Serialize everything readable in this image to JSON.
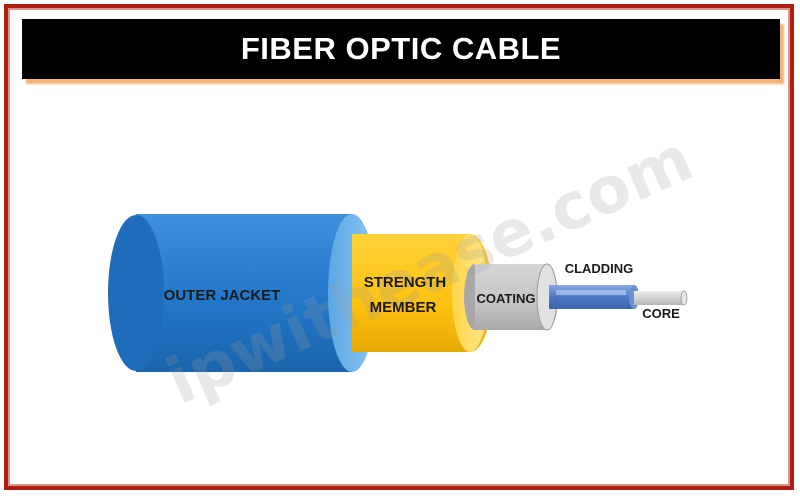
{
  "title": "FIBER OPTIC CABLE",
  "watermark": "ipwithease.com",
  "layers": {
    "outer_jacket": "OUTER JACKET",
    "strength_member_line1": "STRENGTH",
    "strength_member_line2": "MEMBER",
    "coating": "COATING",
    "cladding": "CLADDING",
    "core": "CORE"
  },
  "colors": {
    "frame": "#b01e12",
    "title_bg": "#000000",
    "title_text": "#ffffff",
    "outer_jacket": "#2377c9",
    "strength_member": "#fcc210",
    "coating": "#c4c4c4",
    "cladding": "#3f6fc0",
    "core": "#cfcfcf"
  }
}
